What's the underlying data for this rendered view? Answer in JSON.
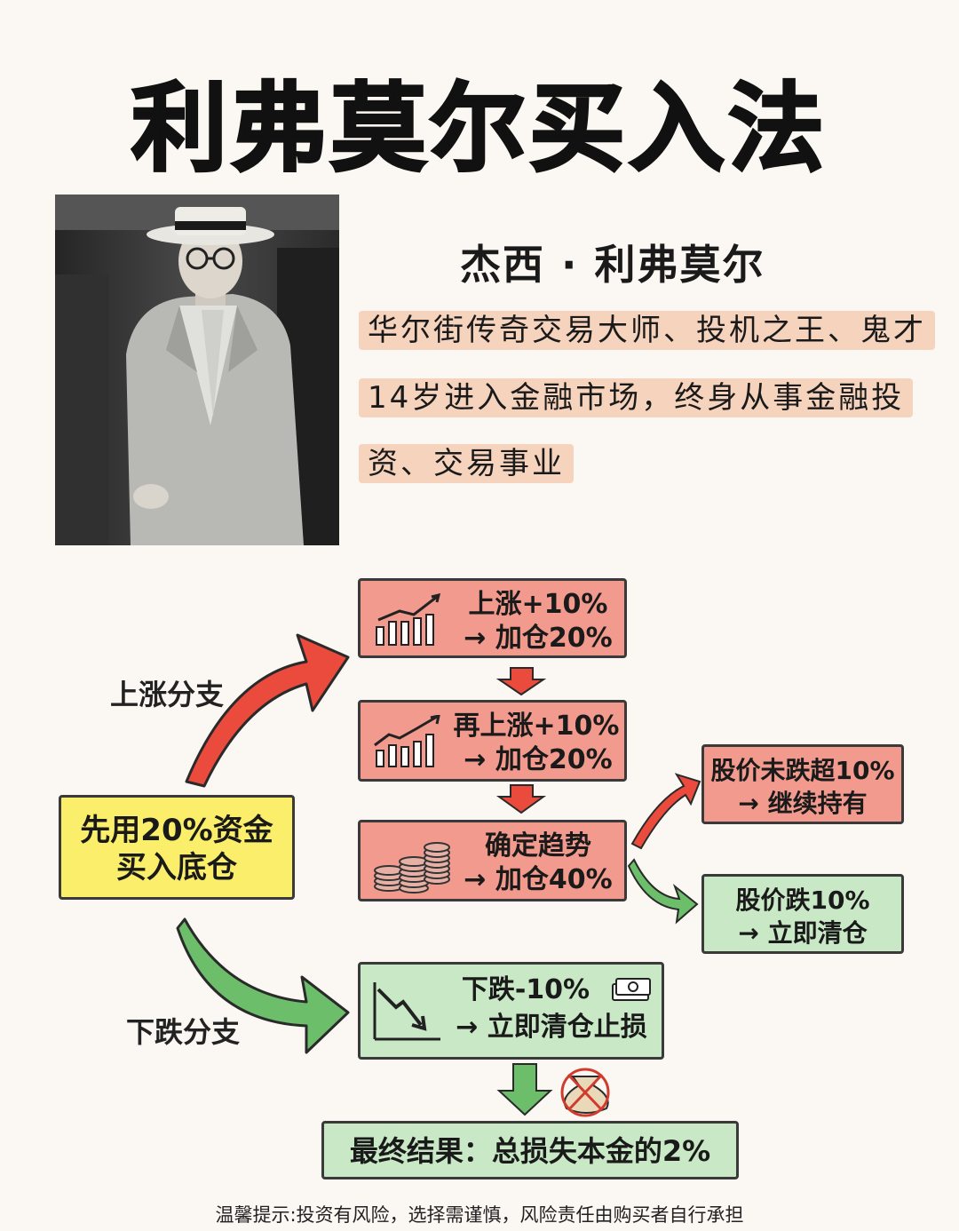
{
  "title": "利弗莫尔买入法",
  "profile": {
    "name": "杰西 · 利弗莫尔",
    "line1": "华尔街传奇交易大师、投机之王、鬼才",
    "line2": "14岁进入金融市场，终身从事金融投",
    "line3": "资、交易事业"
  },
  "flow": {
    "start": {
      "line1": "先用20%资金",
      "line2": "买入底仓"
    },
    "up_branch_label": "上涨分支",
    "down_branch_label": "下跌分支",
    "step1": {
      "line1": "上涨+10%",
      "line2": "→ 加仓20%"
    },
    "step2": {
      "line1": "再上涨+10%",
      "line2": "→ 加仓20%"
    },
    "step3": {
      "line1": "确定趋势",
      "line2": "→ 加仓40%"
    },
    "hold": {
      "line1": "股价未跌超10%",
      "line2": "→ 继续持有"
    },
    "sell": {
      "line1": "股价跌10%",
      "line2": "→ 立即清仓"
    },
    "drop": {
      "line1": "下跌-10%",
      "line2": "→ 立即清仓止损"
    },
    "result": "最终结果：总损失本金的2%"
  },
  "footer": "温馨提示:投资有风险，选择需谨慎，风险责任由购买者自行承担",
  "colors": {
    "red_box": "#f29a8d",
    "green_box": "#c8e8c6",
    "yellow_box": "#fbee6a",
    "highlight": "#f6d3bd"
  },
  "icons": [
    "growth-bar-chart-icon",
    "coin-stacks-icon",
    "down-trend-chart-icon",
    "money-stack-icon",
    "crossed-money-bag-icon"
  ]
}
